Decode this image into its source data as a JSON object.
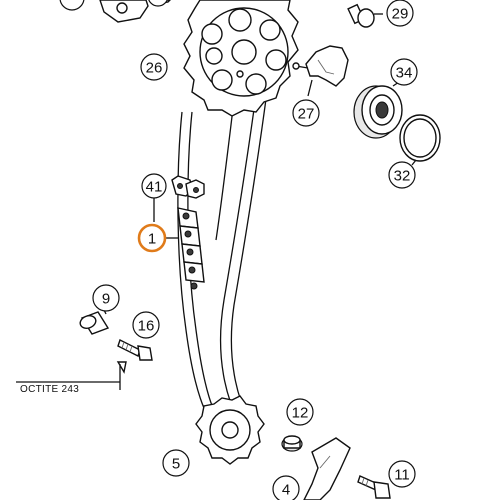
{
  "diagram": {
    "highlight_color": "#e07b1a",
    "line_color": "#111111",
    "callouts": [
      {
        "id": "c1",
        "label": "1",
        "highlighted": true
      },
      {
        "id": "c4",
        "label": "4"
      },
      {
        "id": "c5",
        "label": "5"
      },
      {
        "id": "c9",
        "label": "9"
      },
      {
        "id": "c11",
        "label": "11"
      },
      {
        "id": "c12",
        "label": "12"
      },
      {
        "id": "c16",
        "label": "16"
      },
      {
        "id": "c26",
        "label": "26"
      },
      {
        "id": "c27",
        "label": "27"
      },
      {
        "id": "c29",
        "label": "29"
      },
      {
        "id": "c32",
        "label": "32"
      },
      {
        "id": "c34",
        "label": "34"
      },
      {
        "id": "c41",
        "label": "41"
      }
    ],
    "note": "OCTITE 243"
  }
}
